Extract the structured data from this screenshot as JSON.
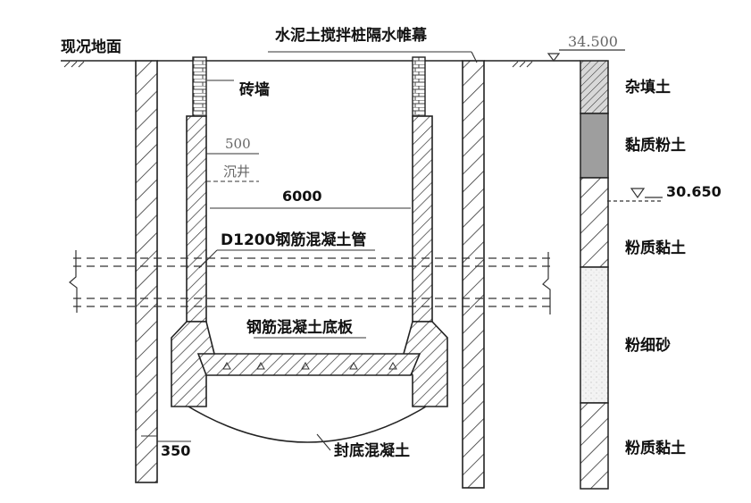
{
  "labels": {
    "ground": "现况地面",
    "curtain": "水泥土搅拌桩隔水帷幕",
    "brick_wall": "砖墙",
    "dim_500": "500",
    "caisson": "沉井",
    "dim_6000": "6000",
    "pipe": "D1200钢筋混凝土管",
    "bottom_slab": "钢筋混凝土底板",
    "dim_350": "350",
    "seal_concrete": "封底混凝土",
    "elev_top": "34.500",
    "elev_water": "30.650"
  },
  "strata": [
    "杂填土",
    "黏质粉土",
    "粉质黏土",
    "粉细砂",
    "粉质黏土"
  ],
  "colors": {
    "line": "#222222",
    "clay_fill": "#9e9e9e",
    "sand_fill": "#f2f2f2"
  }
}
